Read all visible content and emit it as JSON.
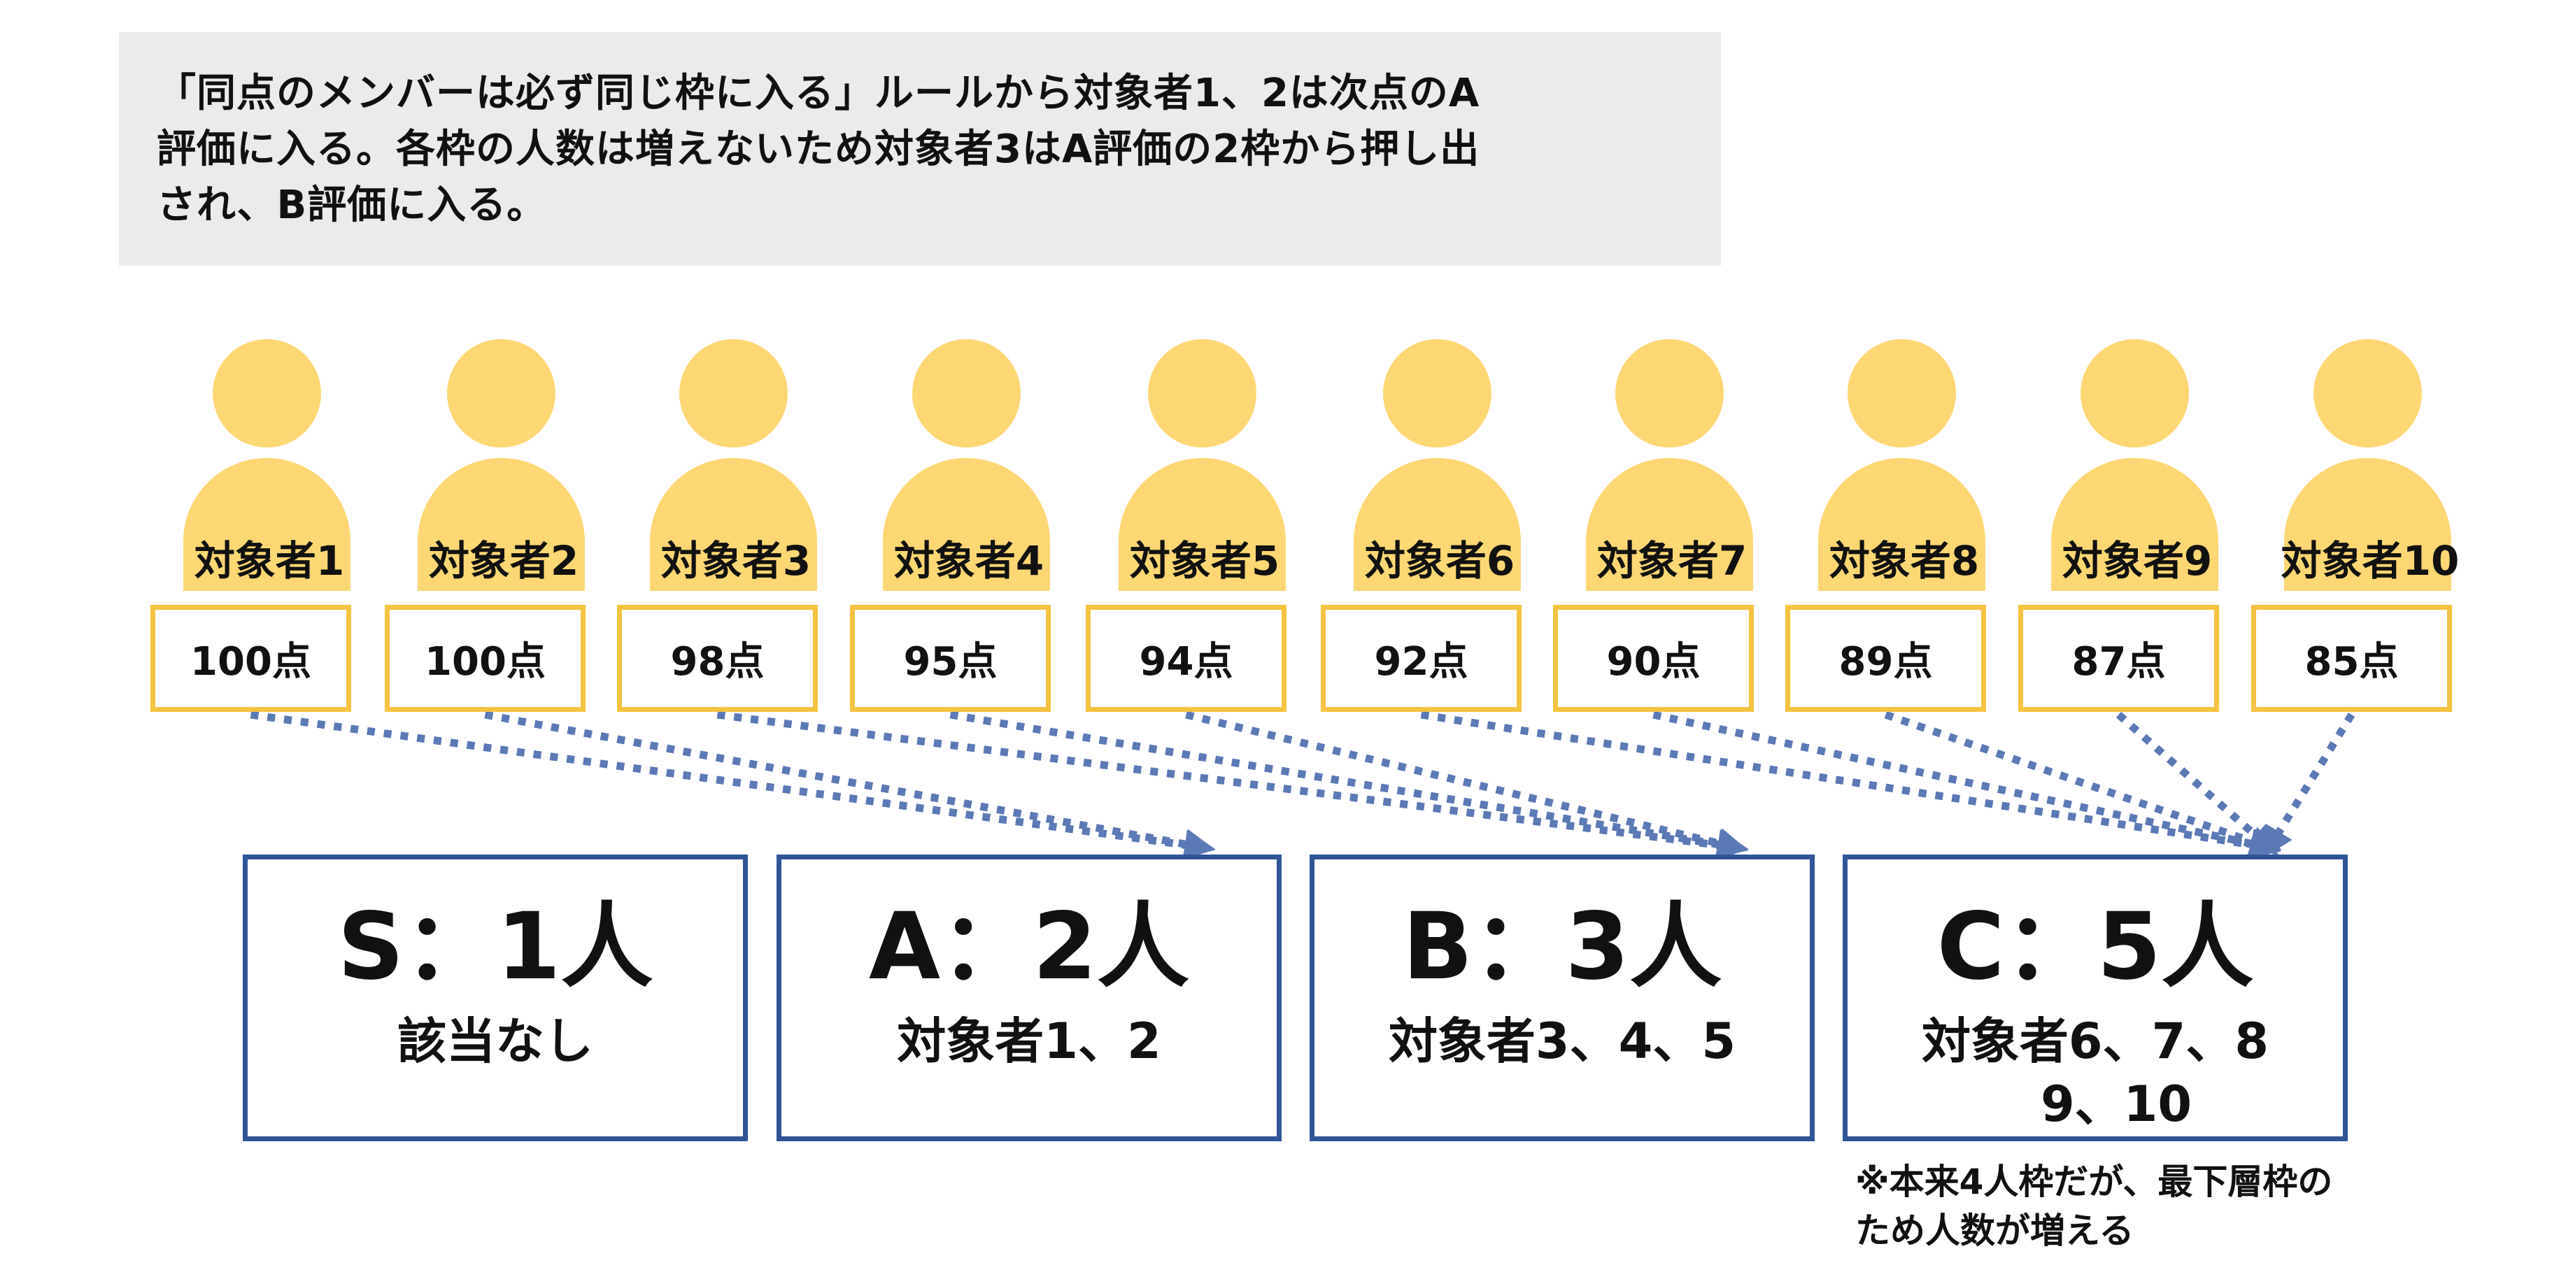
{
  "colors": {
    "person_fill": "#fdd774",
    "score_border": "#f5c342",
    "grade_border": "#2f5597",
    "arrow": "#5b79b4",
    "note_bg": "#ebebeb"
  },
  "note": {
    "lines": [
      "「同点のメンバーは必ず同じ枠に入る」ルールから対象者1、2は次点のA",
      "評価に入る。各枠の人数は増えないため対象者3はA評価の2枠から押し出",
      "され、B評価に入る。"
    ]
  },
  "people": [
    {
      "label": "対象者1",
      "score": "100点",
      "grade": "A"
    },
    {
      "label": "対象者2",
      "score": "100点",
      "grade": "A"
    },
    {
      "label": "対象者3",
      "score": "98点",
      "grade": "B"
    },
    {
      "label": "対象者4",
      "score": "95点",
      "grade": "B"
    },
    {
      "label": "対象者5",
      "score": "94点",
      "grade": "B"
    },
    {
      "label": "対象者6",
      "score": "92点",
      "grade": "C"
    },
    {
      "label": "対象者7",
      "score": "90点",
      "grade": "C"
    },
    {
      "label": "対象者8",
      "score": "89点",
      "grade": "C"
    },
    {
      "label": "対象者9",
      "score": "87点",
      "grade": "C"
    },
    {
      "label": "対象者10",
      "score": "85点",
      "grade": "C"
    }
  ],
  "grades": [
    {
      "id": "S",
      "title": "S：1人",
      "members": [
        "該当なし"
      ]
    },
    {
      "id": "A",
      "title": "A：2人",
      "members": [
        "対象者1、2"
      ]
    },
    {
      "id": "B",
      "title": "B：3人",
      "members": [
        "対象者3、4、5"
      ]
    },
    {
      "id": "C",
      "title": "C：5人",
      "members": [
        "対象者6、7、8",
        "9、10"
      ]
    }
  ],
  "footnote": {
    "lines": [
      "※本来4人枠だが、最下層枠の",
      "ため人数が増える"
    ]
  }
}
